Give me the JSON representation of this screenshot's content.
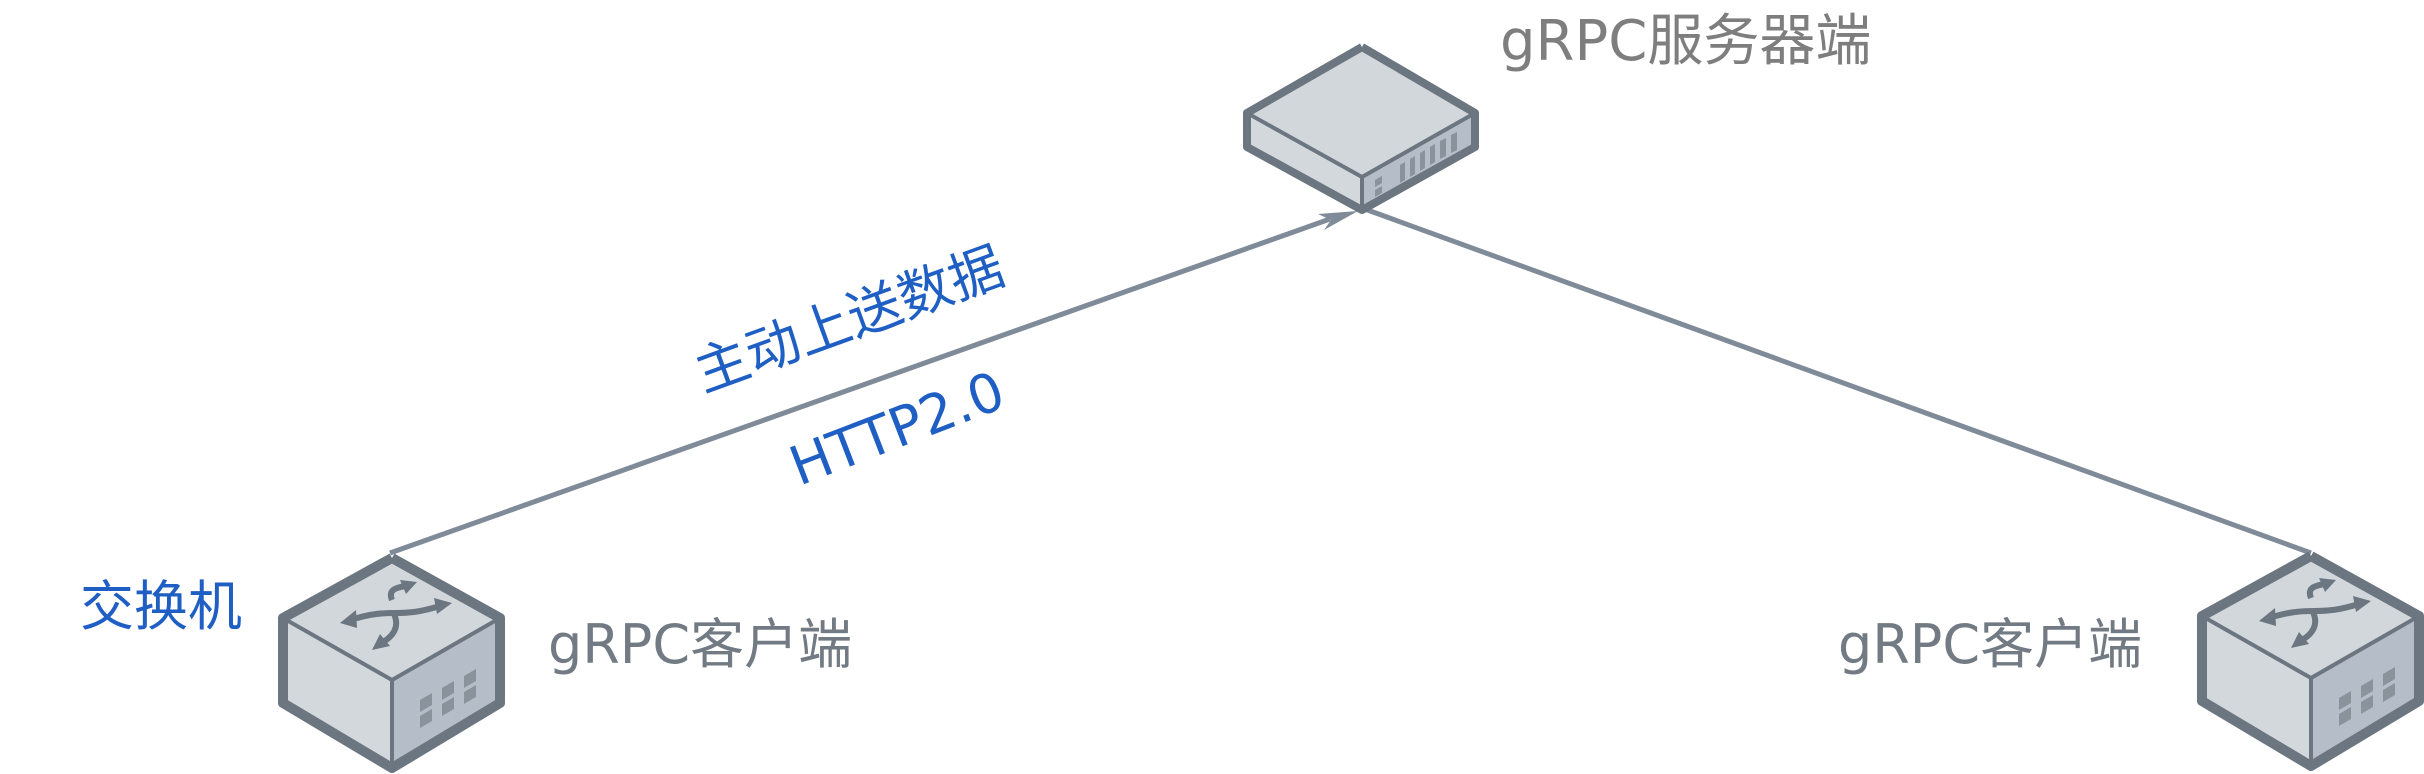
{
  "diagram": {
    "server": {
      "label": "gRPC服务器端",
      "icon": "server-icon"
    },
    "clients": [
      {
        "label": "gRPC客户端",
        "icon": "switch-icon"
      },
      {
        "label": "gRPC客户端",
        "icon": "switch-icon"
      }
    ],
    "switch_label": "交换机",
    "connections": [
      {
        "from": "client-left",
        "to": "server",
        "arrow": true,
        "labels": [
          "主动上送数据",
          "HTTP2.0"
        ]
      },
      {
        "from": "server",
        "to": "client-right",
        "arrow": false,
        "labels": []
      }
    ],
    "colors": {
      "line": "#7f8b99",
      "outline": "#6b7680",
      "top_face": "#d2d7dc",
      "left_face": "#d3d8dd",
      "right_face": "#b5bec8",
      "detail": "#8a939c",
      "label_gray": "#727a83",
      "label_blue": "#1f5fc4"
    }
  }
}
